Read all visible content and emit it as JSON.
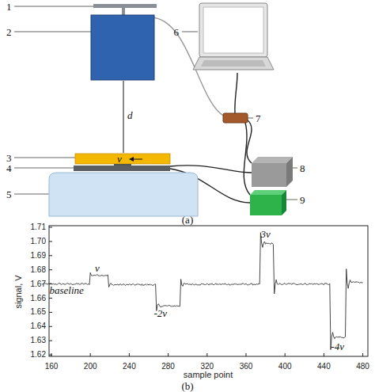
{
  "diagram": {
    "labels": [
      "1",
      "2",
      "3",
      "4",
      "5",
      "6",
      "7",
      "8",
      "9",
      "d",
      "v",
      "(a)",
      "1.71",
      "1.70",
      "1.69",
      "1.68",
      "1.67",
      "1.66",
      "1.65",
      "1.64",
      "1.63",
      "1.62",
      "signal, V",
      "160",
      "200",
      "240",
      "280",
      "320",
      "360",
      "400",
      "440",
      "480",
      "sample point",
      "baseline",
      "v",
      "-2v",
      "3v",
      "-4v",
      "(b)"
    ]
  }
}
